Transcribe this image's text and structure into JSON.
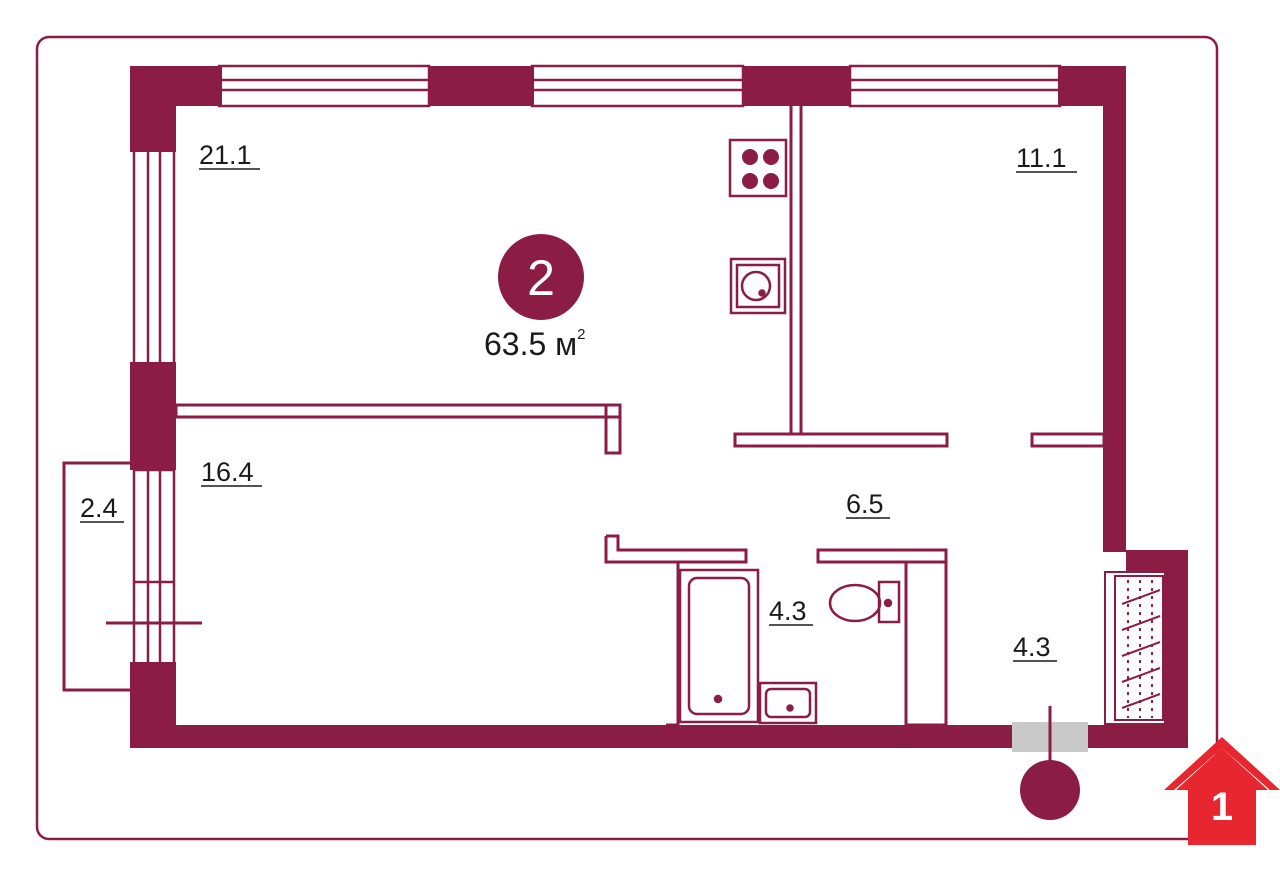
{
  "colors": {
    "wall": "#8b1d45",
    "frame": "#8b1d45",
    "fixture": "#8b1d45",
    "background": "#ffffff",
    "logo": "#e8262f"
  },
  "plan": {
    "room_count": "2",
    "total_area": "63.5 м",
    "total_area_sup": "2",
    "rooms": {
      "living": "21.1",
      "bedroom_right": "11.1",
      "bedroom_left": "16.4",
      "balcony": "2.4",
      "hall": "6.5",
      "bathroom": "4.3",
      "entry": "4.3"
    }
  },
  "logo": {
    "glyph": "1"
  },
  "icons": {
    "stove": "stove-icon",
    "kitchen_sink": "kitchen-sink-icon",
    "bathtub": "bathtub-icon",
    "toilet": "toilet-icon",
    "bath_sink": "bath-sink-icon",
    "wardrobe": "wardrobe-icon",
    "logo": "house-key-logo-icon"
  }
}
